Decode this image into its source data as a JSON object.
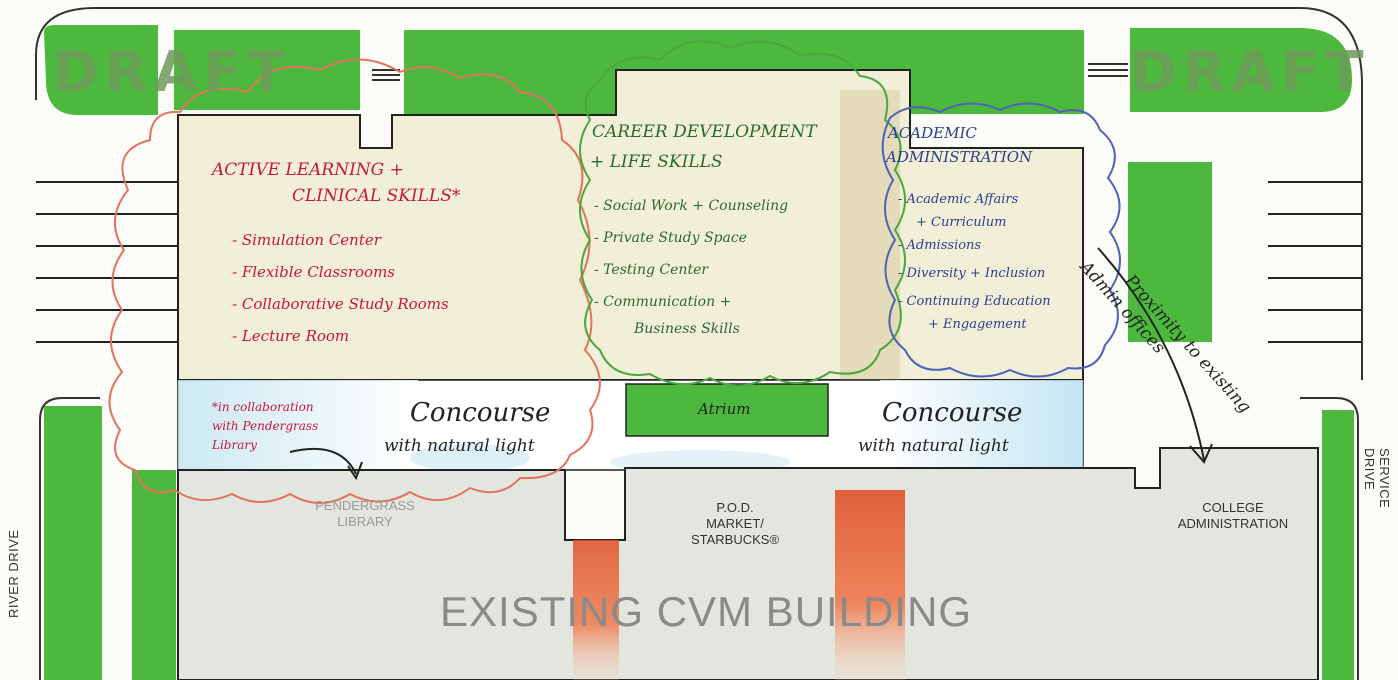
{
  "watermark": {
    "left": "DRAFT",
    "right": "DRAFT"
  },
  "streets": {
    "left": "RIVER DRIVE",
    "right": "SERVICE DRIVE"
  },
  "building_labels": {
    "library": [
      "PENDERGRASS",
      "LIBRARY"
    ],
    "pod": [
      "P.O.D.",
      "MARKET/",
      "STARBUCKS®"
    ],
    "admin": [
      "COLLEGE",
      "ADMINISTRATION"
    ],
    "existing": "EXISTING CVM BUILDING",
    "atrium": "Atrium"
  },
  "zones": {
    "active_learning": {
      "title": [
        "ACTIVE LEARNING +",
        "CLINICAL SKILLS*"
      ],
      "items": [
        "- Simulation Center",
        "- Flexible Classrooms",
        "- Collaborative Study Rooms",
        "- Lecture Room"
      ],
      "footnote": [
        "*in collaboration",
        "with Pendergrass",
        "Library"
      ]
    },
    "career": {
      "title": [
        "CAREER DEVELOPMENT",
        "+ LIFE SKILLS"
      ],
      "items": [
        "- Social Work + Counseling",
        "- Private Study Space",
        "- Testing Center",
        "- Communication +",
        "Business Skills"
      ]
    },
    "academic": {
      "title": [
        "ACADEMIC",
        "ADMINISTRATION"
      ],
      "items": [
        "- Academic Affairs",
        "+ Curriculum",
        "- Admissions",
        "- Diversity + Inclusion",
        "- Continuing Education",
        "+ Engagement"
      ]
    }
  },
  "concourse": {
    "left": {
      "title": "Concourse",
      "sub": "with natural light"
    },
    "right": {
      "title": "Concourse",
      "sub": "with natural light"
    }
  },
  "annotation": [
    "Proximity to existing",
    "Admin offices"
  ],
  "colors": {
    "green": "#4cb83e",
    "cream": "#f2efd8",
    "existing": "#e5e8e0",
    "red_ink": "#c8163a",
    "green_ink": "#2a6a2f",
    "blue_ink": "#2c3f8c"
  }
}
